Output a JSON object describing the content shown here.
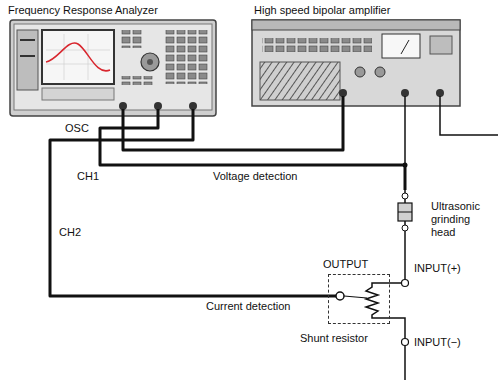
{
  "diagram": {
    "nodes": [
      {
        "text": [
          "Frequency Response Analyzer"
        ]
      },
      {
        "text": [
          "High speed bipolar amplifier"
        ]
      },
      {
        "text": [
          "Ultrasonic grinding head"
        ]
      },
      {
        "text": [
          "Shunt resistor"
        ]
      }
    ],
    "edges": [
      {
        "from": 0,
        "to": 1,
        "arrow": "none"
      },
      {
        "from": 0,
        "to": 2,
        "label": "Voltage detection",
        "arrow": "none"
      },
      {
        "from": 0,
        "to": 3,
        "label": "Current detection",
        "arrow": "none"
      },
      {
        "from": 1,
        "to": 2,
        "arrow": "none"
      },
      {
        "from": 2,
        "to": 3,
        "arrow": "none"
      }
    ],
    "labels": [
      "OSC",
      "CH1",
      "CH2",
      "OUTPUT",
      "INPUT(+)",
      "INPUT(−)"
    ]
  }
}
